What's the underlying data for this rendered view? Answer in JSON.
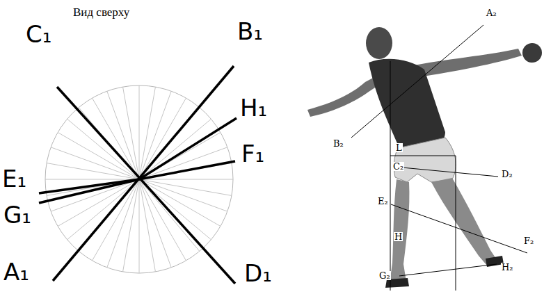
{
  "diagram": {
    "title": "Вид сверху",
    "labels": [
      "C₁",
      "B₁",
      "H₁",
      "F₁",
      "E₁",
      "G₁",
      "A₁",
      "D₁",
      "A₂",
      "B₂",
      "L",
      "C₂",
      "D₂",
      "E₂",
      "F₂",
      "H",
      "G₂",
      "H₂"
    ]
  }
}
